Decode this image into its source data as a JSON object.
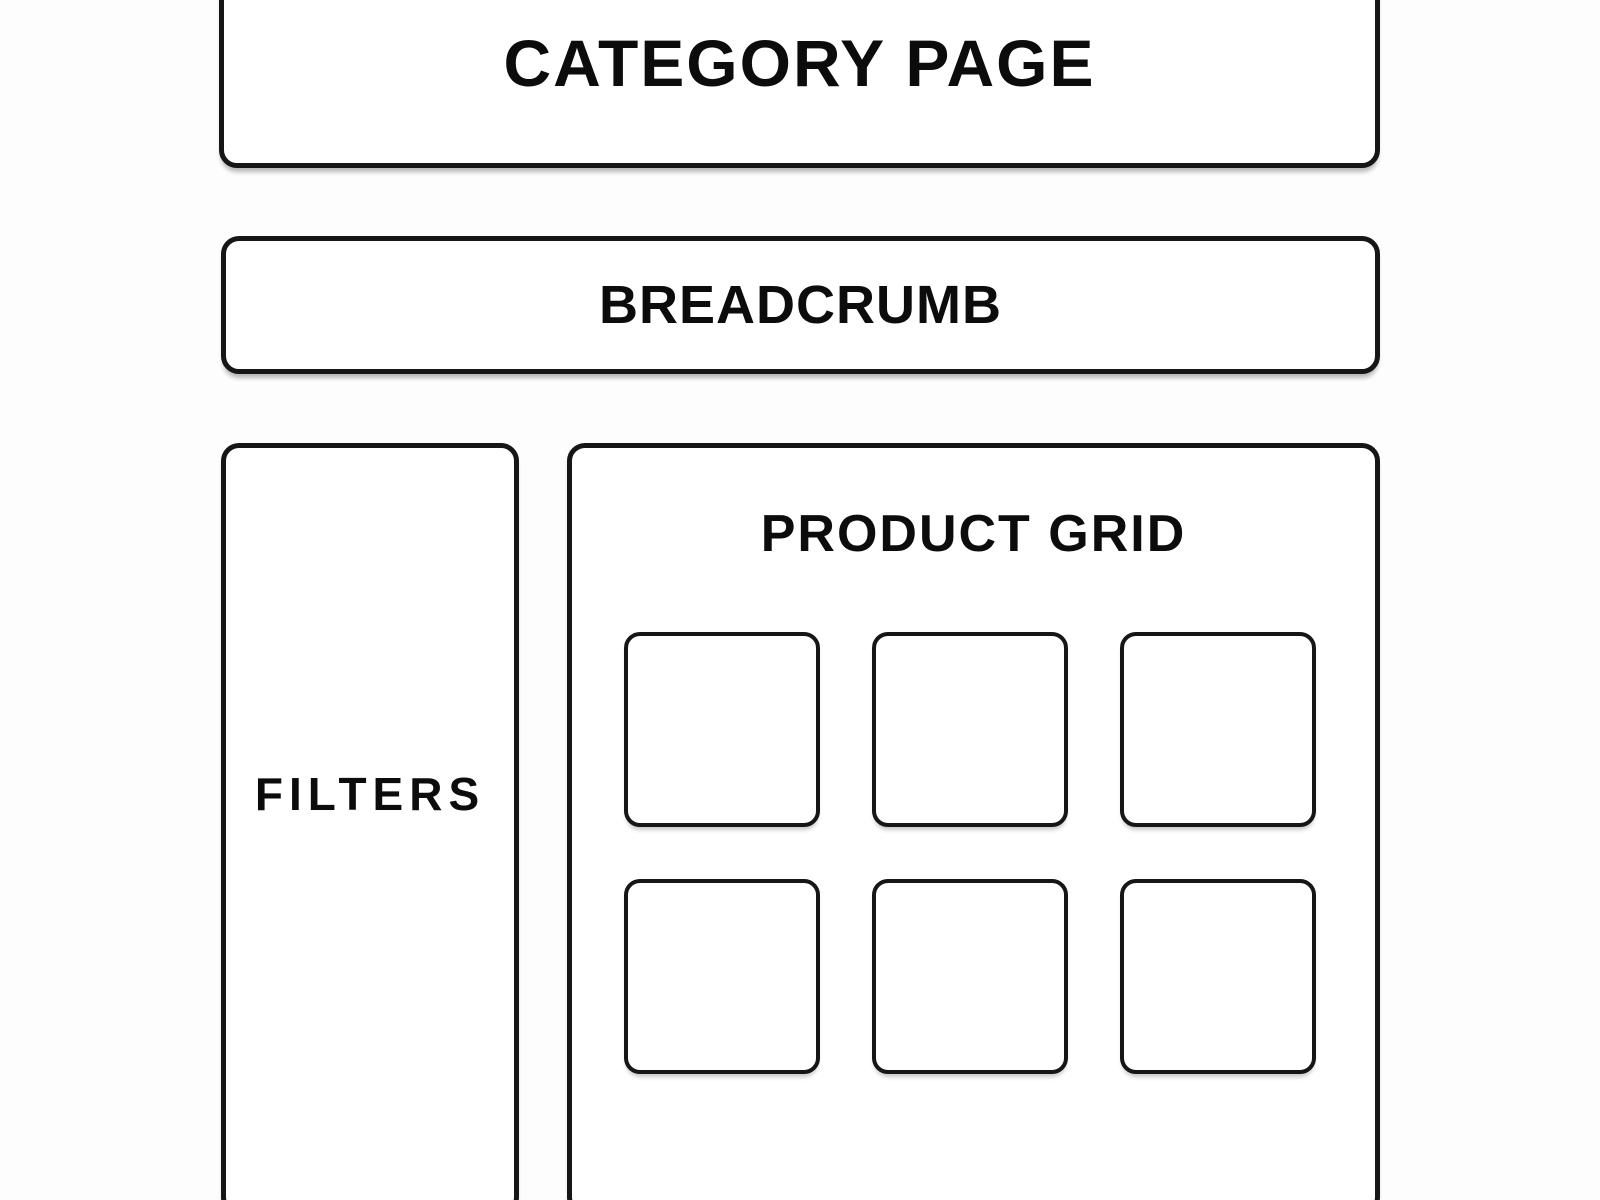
{
  "page": {
    "background": "#fdfdfd",
    "stroke_color": "#161616"
  },
  "wireframe": {
    "header": {
      "label": "CATEGORY PAGE"
    },
    "breadcrumb": {
      "label": "BREADCRUMB"
    },
    "filters": {
      "label": "FILTERS"
    },
    "product_grid": {
      "label": "PRODUCT GRID",
      "card_count": 6,
      "columns": 3,
      "rows": 2
    }
  }
}
